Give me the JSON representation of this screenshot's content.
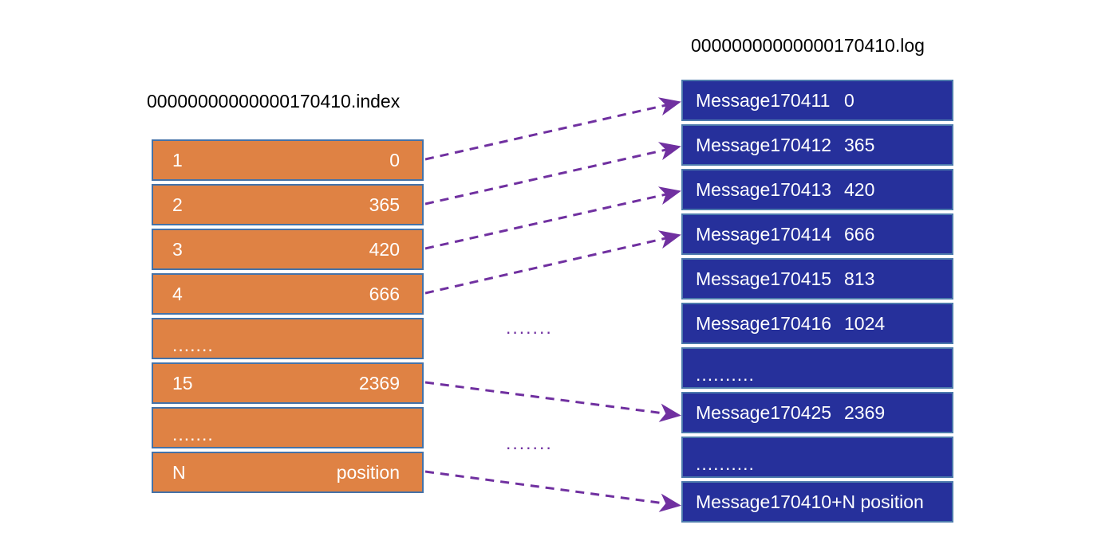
{
  "diagram": {
    "title_index": "00000000000000170410.index",
    "title_log": "00000000000000170410.log",
    "colors": {
      "index_fill": "#DF8244",
      "index_border": "#4472A8",
      "log_fill": "#26309B",
      "log_border": "#4C7AAC",
      "arrow": "#7030A0",
      "text": "#FFFFFF",
      "background": "#FFFFFF"
    },
    "middle_ellipsis_1": ".......",
    "middle_ellipsis_2": "......."
  },
  "index_table": {
    "rows": [
      {
        "offset": "1",
        "position": "0"
      },
      {
        "offset": "2",
        "position": "365"
      },
      {
        "offset": "3",
        "position": "420"
      },
      {
        "offset": "4",
        "position": "666"
      },
      {
        "offset": ".......",
        "position": ""
      },
      {
        "offset": "15",
        "position": "2369"
      },
      {
        "offset": ".......",
        "position": ""
      },
      {
        "offset": "N",
        "position": "position"
      }
    ]
  },
  "log_table": {
    "rows": [
      {
        "message": "Message170411",
        "position": "0"
      },
      {
        "message": "Message170412",
        "position": "365"
      },
      {
        "message": "Message170413",
        "position": "420"
      },
      {
        "message": "Message170414",
        "position": "666"
      },
      {
        "message": "Message170415",
        "position": "813"
      },
      {
        "message": "Message170416",
        "position": "1024"
      },
      {
        "message": "..........",
        "position": ""
      },
      {
        "message": "Message170425",
        "position": "2369"
      },
      {
        "message": "..........",
        "position": ""
      },
      {
        "message": "Message170410+N position",
        "position": ""
      }
    ]
  },
  "connections": [
    {
      "from": "index-row-1",
      "to": "log-row-1"
    },
    {
      "from": "index-row-2",
      "to": "log-row-2"
    },
    {
      "from": "index-row-3",
      "to": "log-row-3"
    },
    {
      "from": "index-row-4",
      "to": "log-row-4"
    },
    {
      "from": "index-row-15",
      "to": "log-row-170425"
    },
    {
      "from": "index-row-N",
      "to": "log-row-170410N"
    }
  ]
}
